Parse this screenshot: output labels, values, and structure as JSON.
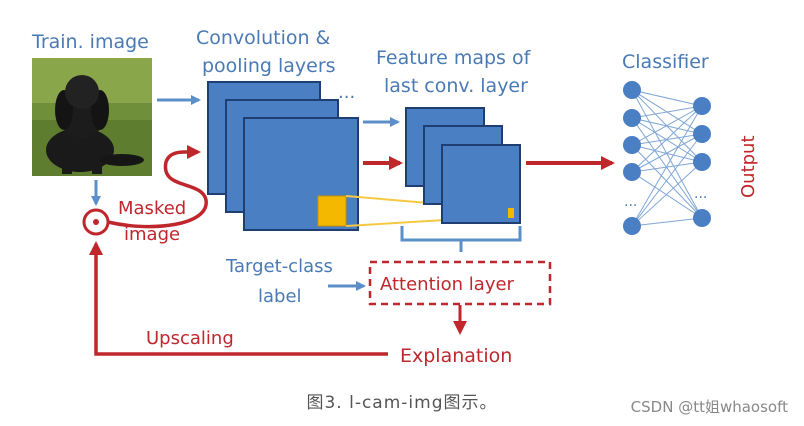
{
  "diagram": {
    "labels": {
      "train_image": "Train. image",
      "conv_pooling_line1": "Convolution &",
      "conv_pooling_line2": "pooling layers",
      "ellipsis": "...",
      "feature_maps_line1": "Feature maps of",
      "feature_maps_line2": "last conv. layer",
      "classifier": "Classifier",
      "output": "Output",
      "masked_line1": "Masked",
      "masked_line2": "image",
      "target_class_line1": "Target-class",
      "target_class_line2": "label",
      "attention_layer": "Attention layer",
      "upscaling": "Upscaling",
      "explanation": "Explanation"
    },
    "colors": {
      "blue_text": "#4a7ab5",
      "red": "#c0272d",
      "block_fill": "#4b7fc4",
      "block_stroke": "#1f3f73",
      "highlight": "#f5b800",
      "arrow_blue": "#5b8fc9",
      "node_fill": "#4b7fc4"
    }
  },
  "caption": "图3. l-cam-img图示。",
  "watermark": "CSDN @tt姐whaosoft"
}
